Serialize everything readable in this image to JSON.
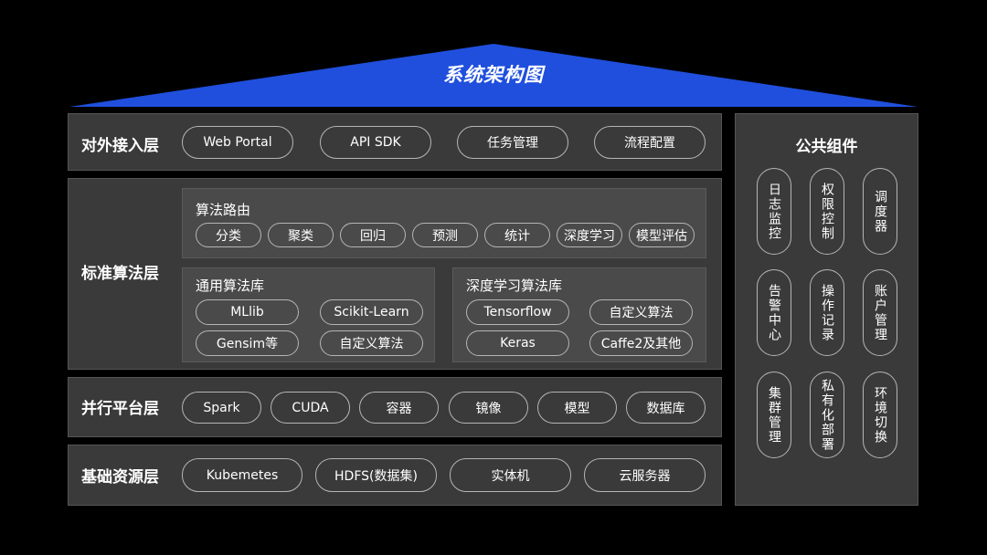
{
  "title": "系统架构图",
  "colors": {
    "roof": "#1f4fdc",
    "layer_bg": "#3a3a3a",
    "panel_bg": "#4a4a4a"
  },
  "layers": {
    "external": {
      "title": "对外接入层",
      "items": [
        "Web Portal",
        "API SDK",
        "任务管理",
        "流程配置"
      ]
    },
    "algorithm": {
      "title": "标准算法层",
      "routing": {
        "title": "算法路由",
        "items": [
          "分类",
          "聚类",
          "回归",
          "预测",
          "统计",
          "深度学习",
          "模型评估"
        ]
      },
      "general_lib": {
        "title": "通用算法库",
        "items": [
          "MLlib",
          "Scikit-Learn",
          "Gensim等",
          "自定义算法"
        ]
      },
      "deep_lib": {
        "title": "深度学习算法库",
        "items": [
          "Tensorflow",
          "自定义算法",
          "Keras",
          "Caffe2及其他"
        ]
      }
    },
    "parallel": {
      "title": "并行平台层",
      "items": [
        "Spark",
        "CUDA",
        "容器",
        "镜像",
        "模型",
        "数据库"
      ]
    },
    "infra": {
      "title": "基础资源层",
      "items": [
        "Kubemetes",
        "HDFS(数据集)",
        "实体机",
        "云服务器"
      ]
    }
  },
  "common": {
    "title": "公共组件",
    "items": [
      "日志监控",
      "权限控制",
      "调度器",
      "告警中心",
      "操作记录",
      "账户管理",
      "集群管理",
      "私有化部署",
      "环境切换"
    ]
  }
}
